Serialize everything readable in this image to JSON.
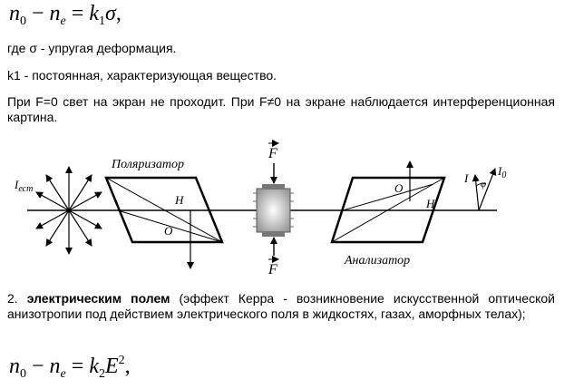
{
  "formula1": {
    "n": "n",
    "sub0": "0",
    "minus": " − ",
    "n2": "n",
    "sube": "e",
    "eq": " = ",
    "k": "k",
    "sub1": "1",
    "sigma": "σ",
    "comma": ","
  },
  "line_where": "где σ -  упругая деформация.",
  "line_k1": "k1 - постоянная, характеризующая вещество.",
  "para_force": "При F=0 свет на экран не проходит. При F≠0 на экране наблюдается интерференционная картина.",
  "figure": {
    "label_iest": "I",
    "label_iest_sub": "ест",
    "label_polarizer": "Поляризатор",
    "label_analyzer": "Анализатор",
    "label_h1": "H",
    "label_o1": "O",
    "label_o2": "O",
    "label_h2": "H",
    "label_f_top": "F",
    "label_f_bottom": "F",
    "label_i": "I",
    "label_i0": "I",
    "label_i0_sub": "0",
    "label_phi": "φ"
  },
  "para_kerr": {
    "number": "2. ",
    "bold": "электрическим полем",
    "rest": " (эффект Керра - возникновение искусственной оптической анизотропии под действием электрического поля в жидкостях, газах, аморфных телах);"
  },
  "formula2": {
    "n": "n",
    "sub0": "0",
    "minus": " − ",
    "n2": "n",
    "sube": "e",
    "eq": " = ",
    "k": "k",
    "sub2": "2",
    "E": "E",
    "sup2": "2",
    "comma": ","
  }
}
